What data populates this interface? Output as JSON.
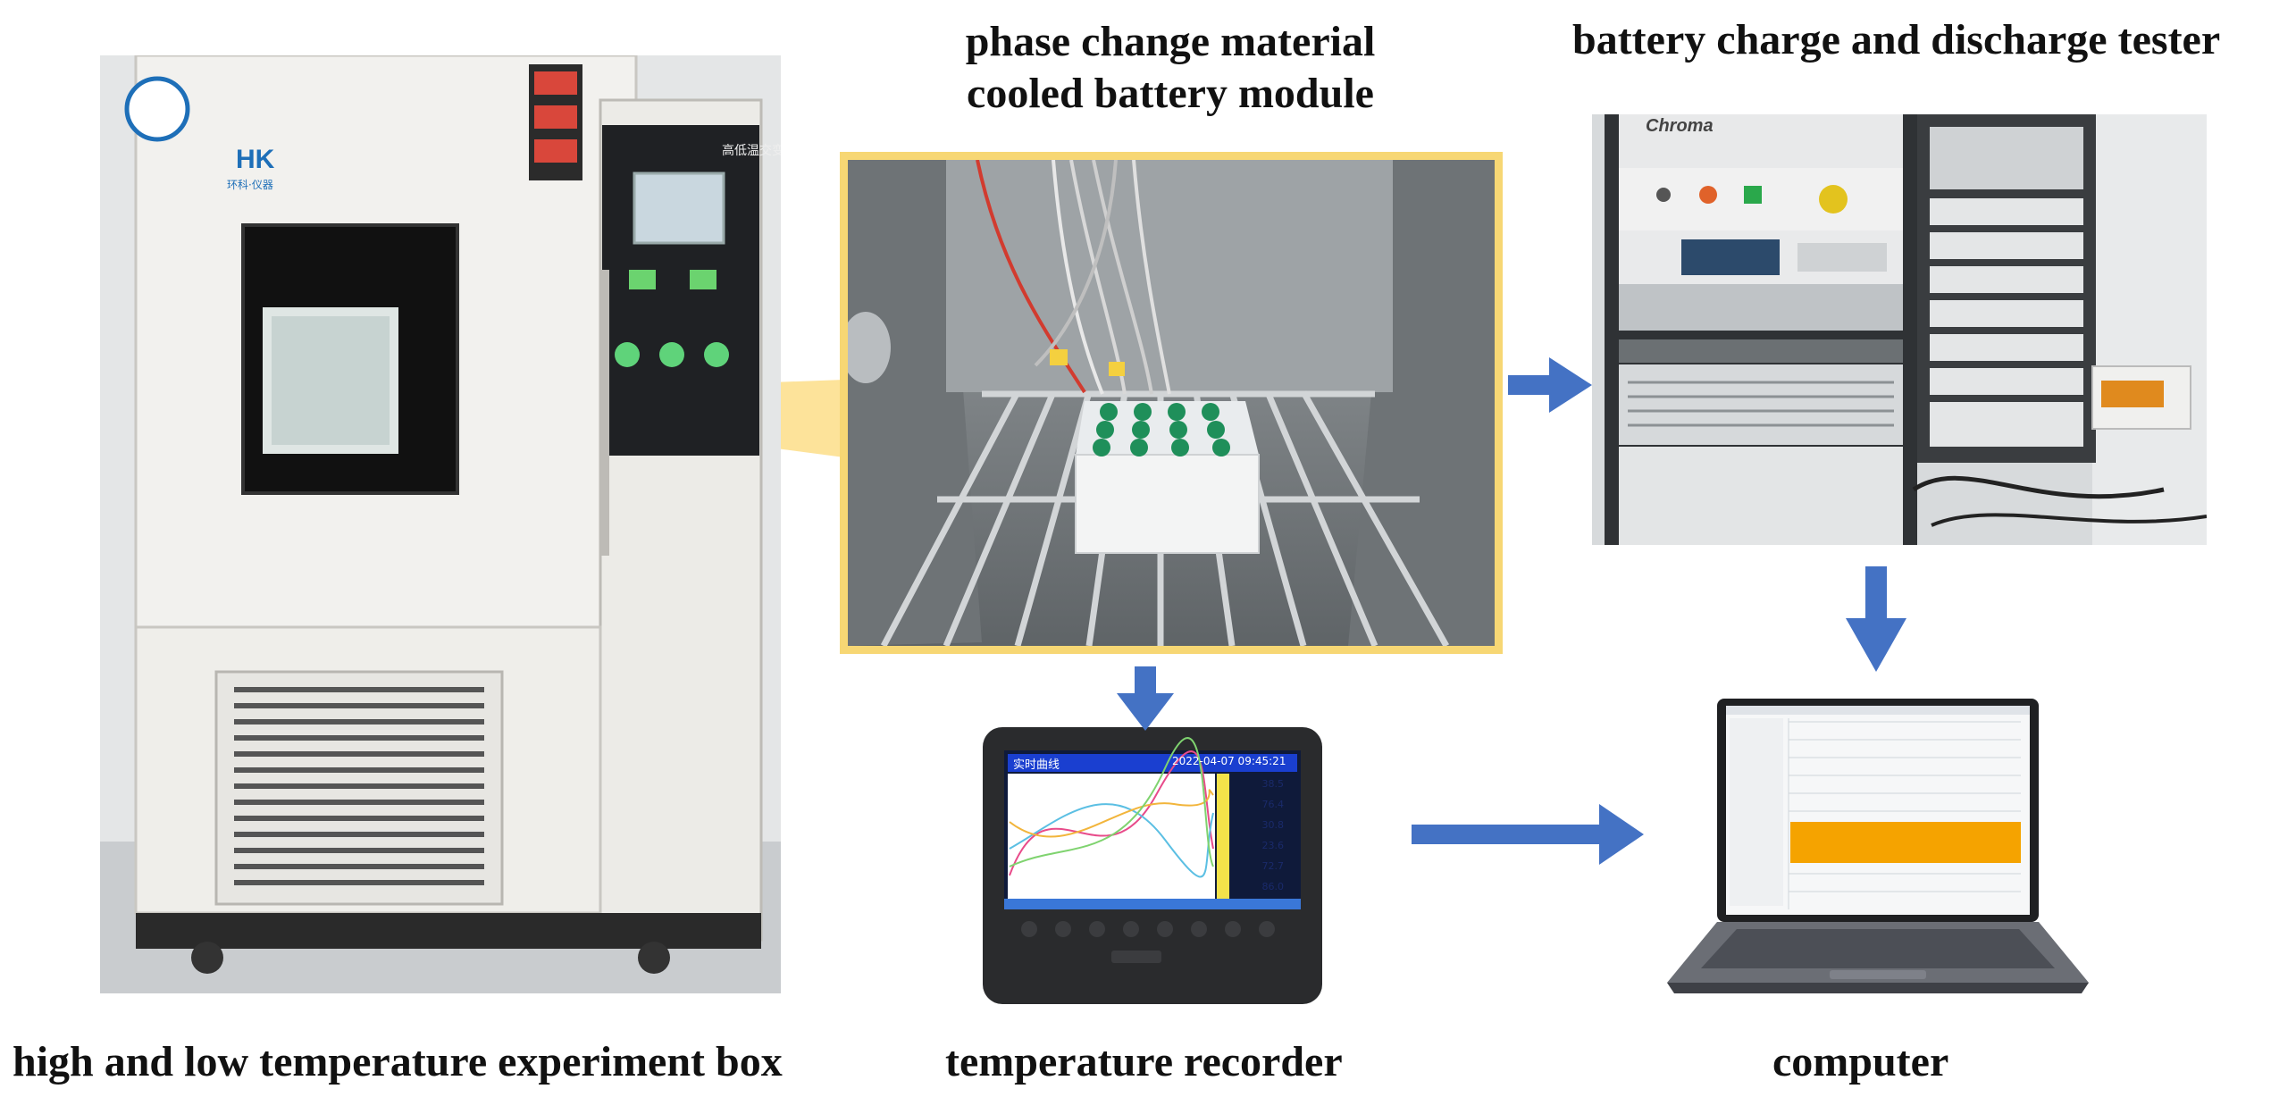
{
  "labels": {
    "pcm_line1": "phase change material",
    "pcm_line2": "cooled battery module",
    "tester": "battery charge and discharge tester",
    "chamber": "high and low temperature experiment box",
    "recorder": "temperature recorder",
    "computer": "computer"
  },
  "recorder_screen": {
    "title_cn": "实时曲线",
    "datetime": "2022-04-07  09:45:21",
    "readings": [
      "38.5",
      "76.4",
      "30.8",
      "23.6",
      "72.7",
      "86.0"
    ]
  },
  "chamber_panel": {
    "brand": "HK",
    "brand_sub": "环科·仪器",
    "title_cn": "高低温交变湿热试验箱"
  },
  "tester_brand": "Chroma",
  "colors": {
    "arrow": "#4472c4",
    "callout": "#fde39a",
    "frame": "#f7d774"
  }
}
